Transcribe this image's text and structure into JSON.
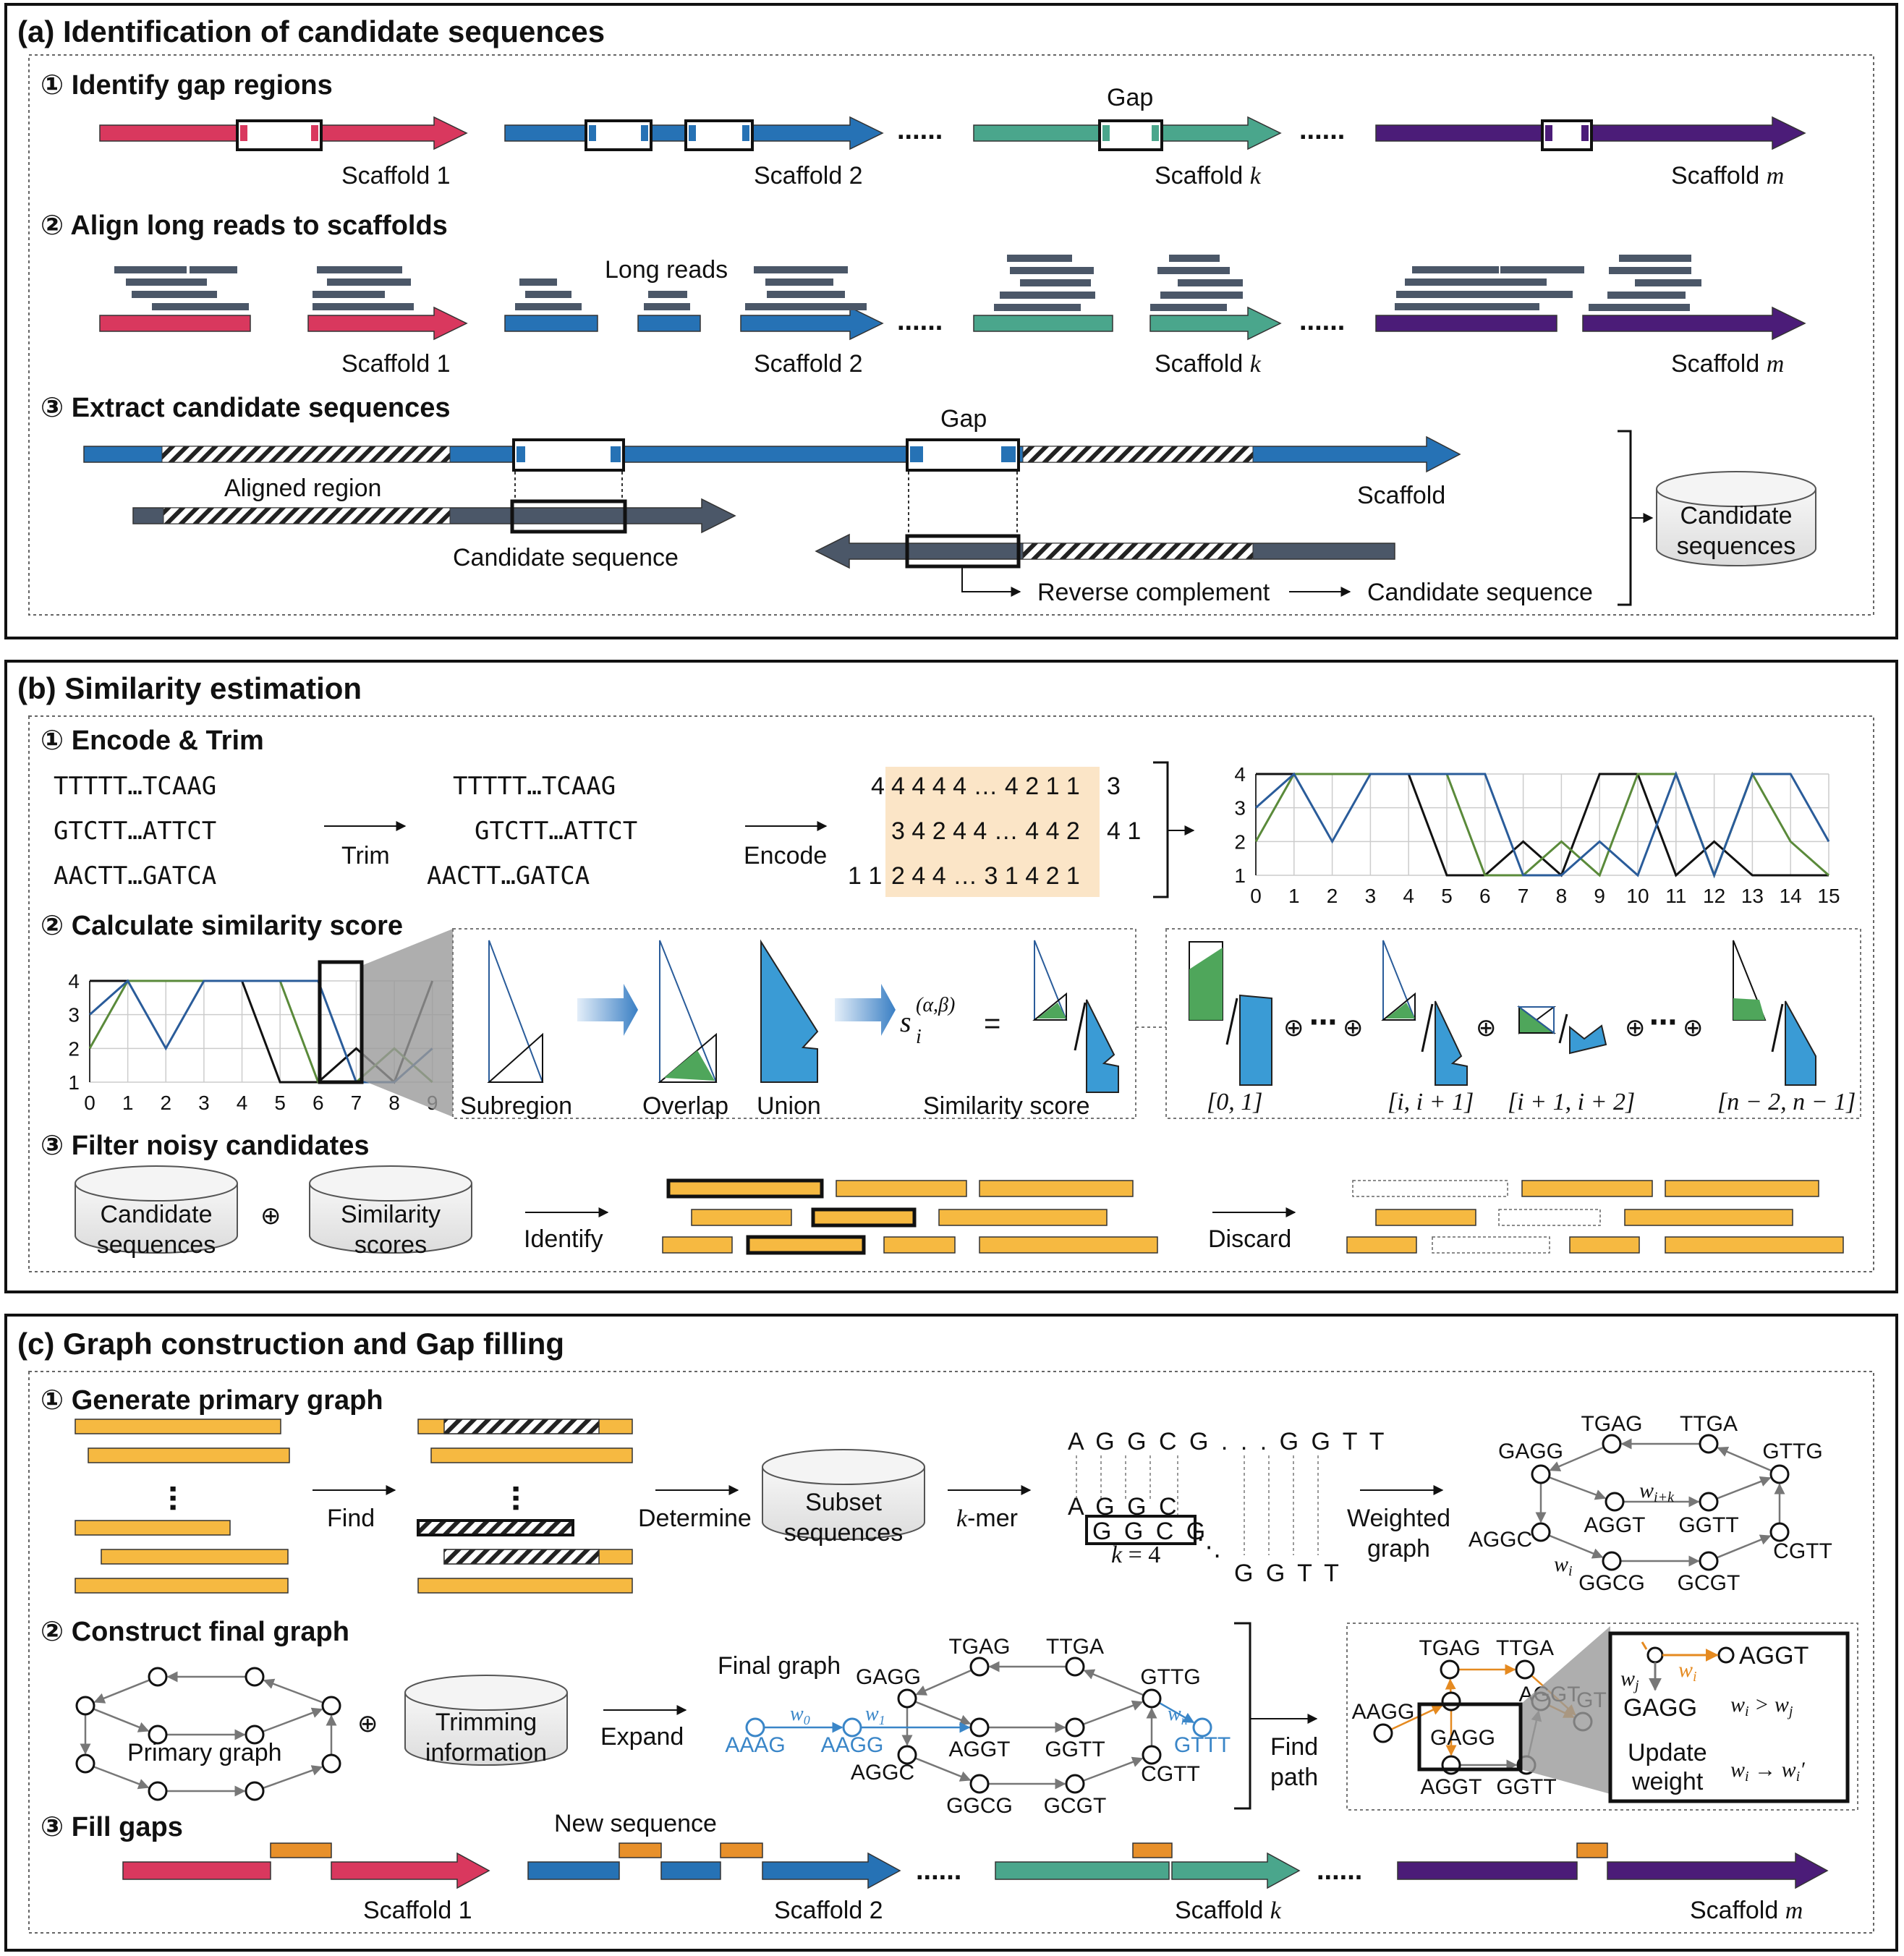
{
  "colors": {
    "scaffold1": "#d9385e",
    "scaffold2": "#2672b5",
    "scaffoldk": "#4aa68c",
    "scaffoldm": "#4b1c78",
    "read": "#4b5768",
    "orange": "#f6b941",
    "orangeDark": "#e58a20",
    "grayFill": "#bcbcbc",
    "encodeBg": "#fbe5c7",
    "green": "#4fa65b"
  },
  "panel_a": {
    "title": "(a) Identification of candidate sequences",
    "step1": "① Identify gap regions",
    "step2": "② Align long reads to scaffolds",
    "step3": "③ Extract candidate sequences",
    "gap": "Gap",
    "long_reads": "Long reads",
    "dots": "......",
    "scaffolds": [
      "Scaffold 1",
      "Scaffold 2",
      "Scaffold",
      "Scaffold"
    ],
    "scaffold_vars": [
      "k",
      "m"
    ],
    "aligned_region": "Aligned region",
    "candidate_sequence": "Candidate sequence",
    "scaffold": "Scaffold",
    "reverse_complement": "Reverse complement",
    "db_candidates": [
      "Candidate",
      "sequences"
    ]
  },
  "panel_b": {
    "title": "(b) Similarity estimation",
    "step1": "① Encode & Trim",
    "step2": "② Calculate similarity score",
    "step3": "③ Filter noisy candidates",
    "raw_seqs": [
      "TTTTT…TCAAG",
      "GTCTT…ATTCT",
      "AACTT…GATCA"
    ],
    "trimmed_seqs": [
      "TTTTT…TCAAG",
      "GTCTT…ATTCT",
      "AACTT…GATCA"
    ],
    "trim": "Trim",
    "encode": "Encode",
    "encoded": [
      {
        "pre": "4",
        "mid": "4 4 4 4 … 4 2 1 1",
        "post": "3"
      },
      {
        "pre": "",
        "mid": "3 4 2 4 4 … 4 4 2",
        "post": "4 1"
      },
      {
        "pre": "1 1",
        "mid": "2 4 4 … 3 1 4 2 1",
        "post": ""
      }
    ],
    "chart_yticks": [
      "1",
      "2",
      "3",
      "4"
    ],
    "chart_xticks": [
      "0",
      "1",
      "2",
      "3",
      "4",
      "5",
      "6",
      "7",
      "8",
      "9",
      "10",
      "11",
      "12",
      "13",
      "14",
      "15"
    ],
    "subregion": "Subregion",
    "overlap": "Overlap",
    "union": "Union",
    "similarity_score": "Similarity score",
    "formula_s": "s",
    "formula_sub": "i",
    "formula_sup": "(α,β)",
    "equals": "=",
    "oplus": "⊕",
    "odots": "⋯",
    "intervals": [
      "[0, 1]",
      "[i, i + 1]",
      "[i + 1, i + 2]",
      "[n − 2, n − 1]"
    ],
    "db_candidates": [
      "Candidate",
      "sequences"
    ],
    "db_scores": [
      "Similarity",
      "scores"
    ],
    "identify": "Identify",
    "discard": "Discard"
  },
  "panel_c": {
    "title": "(c) Graph construction and Gap filling",
    "step1": "① Generate primary graph",
    "step2": "② Construct final graph",
    "step3": "③ Fill gaps",
    "find": "Find",
    "determine": "Determine",
    "kmer": "k-mer",
    "db_subset": [
      "Subset",
      "sequences"
    ],
    "seq_top": "A G G C G . . . G G T T",
    "seq_bottom": "G G T T",
    "kmer_a": "A G G C",
    "kmer_b": "G G C G",
    "kmer_pre": "A",
    "k_eq": "k = 4",
    "weighted_graph": [
      "Weighted",
      "graph"
    ],
    "nodes": [
      "TGAG",
      "TTGA",
      "GAGG",
      "GTTG",
      "AGGT",
      "GGTT",
      "AGGC",
      "CGTT",
      "GGCG",
      "GCGT"
    ],
    "w_ik": "w",
    "w_ik_sub": "i+k",
    "w_i": "w",
    "w_i_sub": "i",
    "primary_graph": "Primary graph",
    "db_trim": [
      "Trimming",
      "information"
    ],
    "expand": "Expand",
    "final_graph": "Final graph",
    "blue_nodes": [
      "AAAG",
      "AAGG",
      "GTTT"
    ],
    "w_labels": [
      "w",
      "w",
      "w"
    ],
    "w_subs": [
      "0",
      "1",
      "n"
    ],
    "find_path": [
      "Find",
      "path"
    ],
    "path_nodes": [
      "AAGG",
      "TGAG",
      "TTGA",
      "AGGT",
      "GT",
      "GAGG",
      "AGGT",
      "GGTT"
    ],
    "update_box": {
      "aggt": "AGGT",
      "gagg": "GAGG",
      "wj": "w",
      "wj_sub": "j",
      "wi": "w",
      "wi_sub": "i",
      "ineq": "w_i > w_j",
      "update": [
        "Update",
        "weight"
      ],
      "arrow": "w_i → w_i′"
    },
    "new_sequence": "New sequence",
    "scaffolds": [
      "Scaffold 1",
      "Scaffold 2",
      "Scaffold",
      "Scaffold"
    ],
    "scaffold_vars": [
      "k",
      "m"
    ]
  }
}
